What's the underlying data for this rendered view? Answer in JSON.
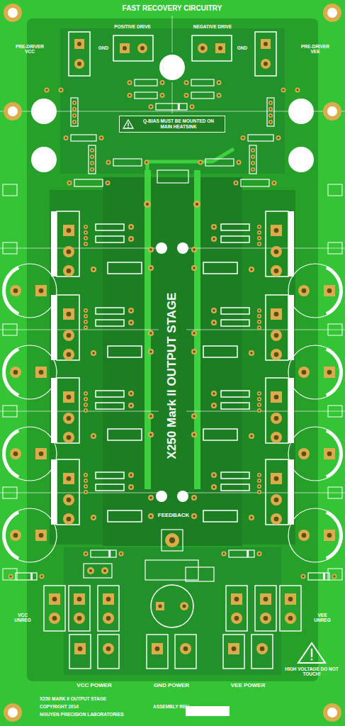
{
  "diagram": {
    "title": "X250 Mark II OUTPUT STAGE",
    "nodes": [
      {
        "text": [
          "Q-BIAS MUST BE MOUNTED ON MAIN HEATSINK"
        ]
      }
    ],
    "labels": [
      "FAST RECOVERY CIRCUITRY",
      "POSITIVE DRIVE",
      "NEGATIVE DRIVE",
      "GND",
      "GND",
      "PRE-DRIVER VCC",
      "PRE-DRIVER VEE",
      "FEEDBACK",
      "VCC UNREG",
      "VEE UNREG",
      "VCC POWER",
      "GND POWER",
      "VEE POWER",
      "HIGH VOLTAGE DO NOT TOUCH!",
      "X250 MARK II OUTPUT STAGE",
      "COPYRIGHT 2014",
      "NGUYEN PRECISION LABORATORIES",
      "ASSEMBLY REV"
    ]
  }
}
